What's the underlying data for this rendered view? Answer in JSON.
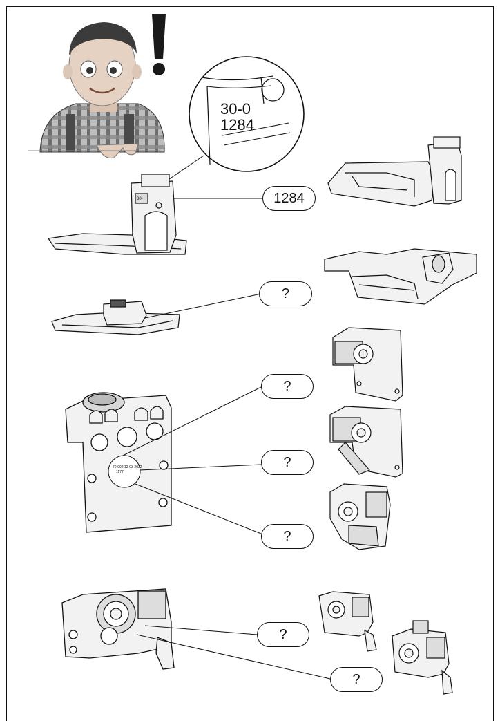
{
  "code_label": "1284",
  "zoom_text": {
    "line1": "30-0",
    "line2": "1284"
  },
  "question_mark": "?",
  "plate_stamp": {
    "line1": "70-002  12-03-2022",
    "line2": "1177"
  },
  "colors": {
    "stroke": "#111111",
    "part_fill": "#f2f2f2",
    "exclaim": "#1a1a1a"
  }
}
